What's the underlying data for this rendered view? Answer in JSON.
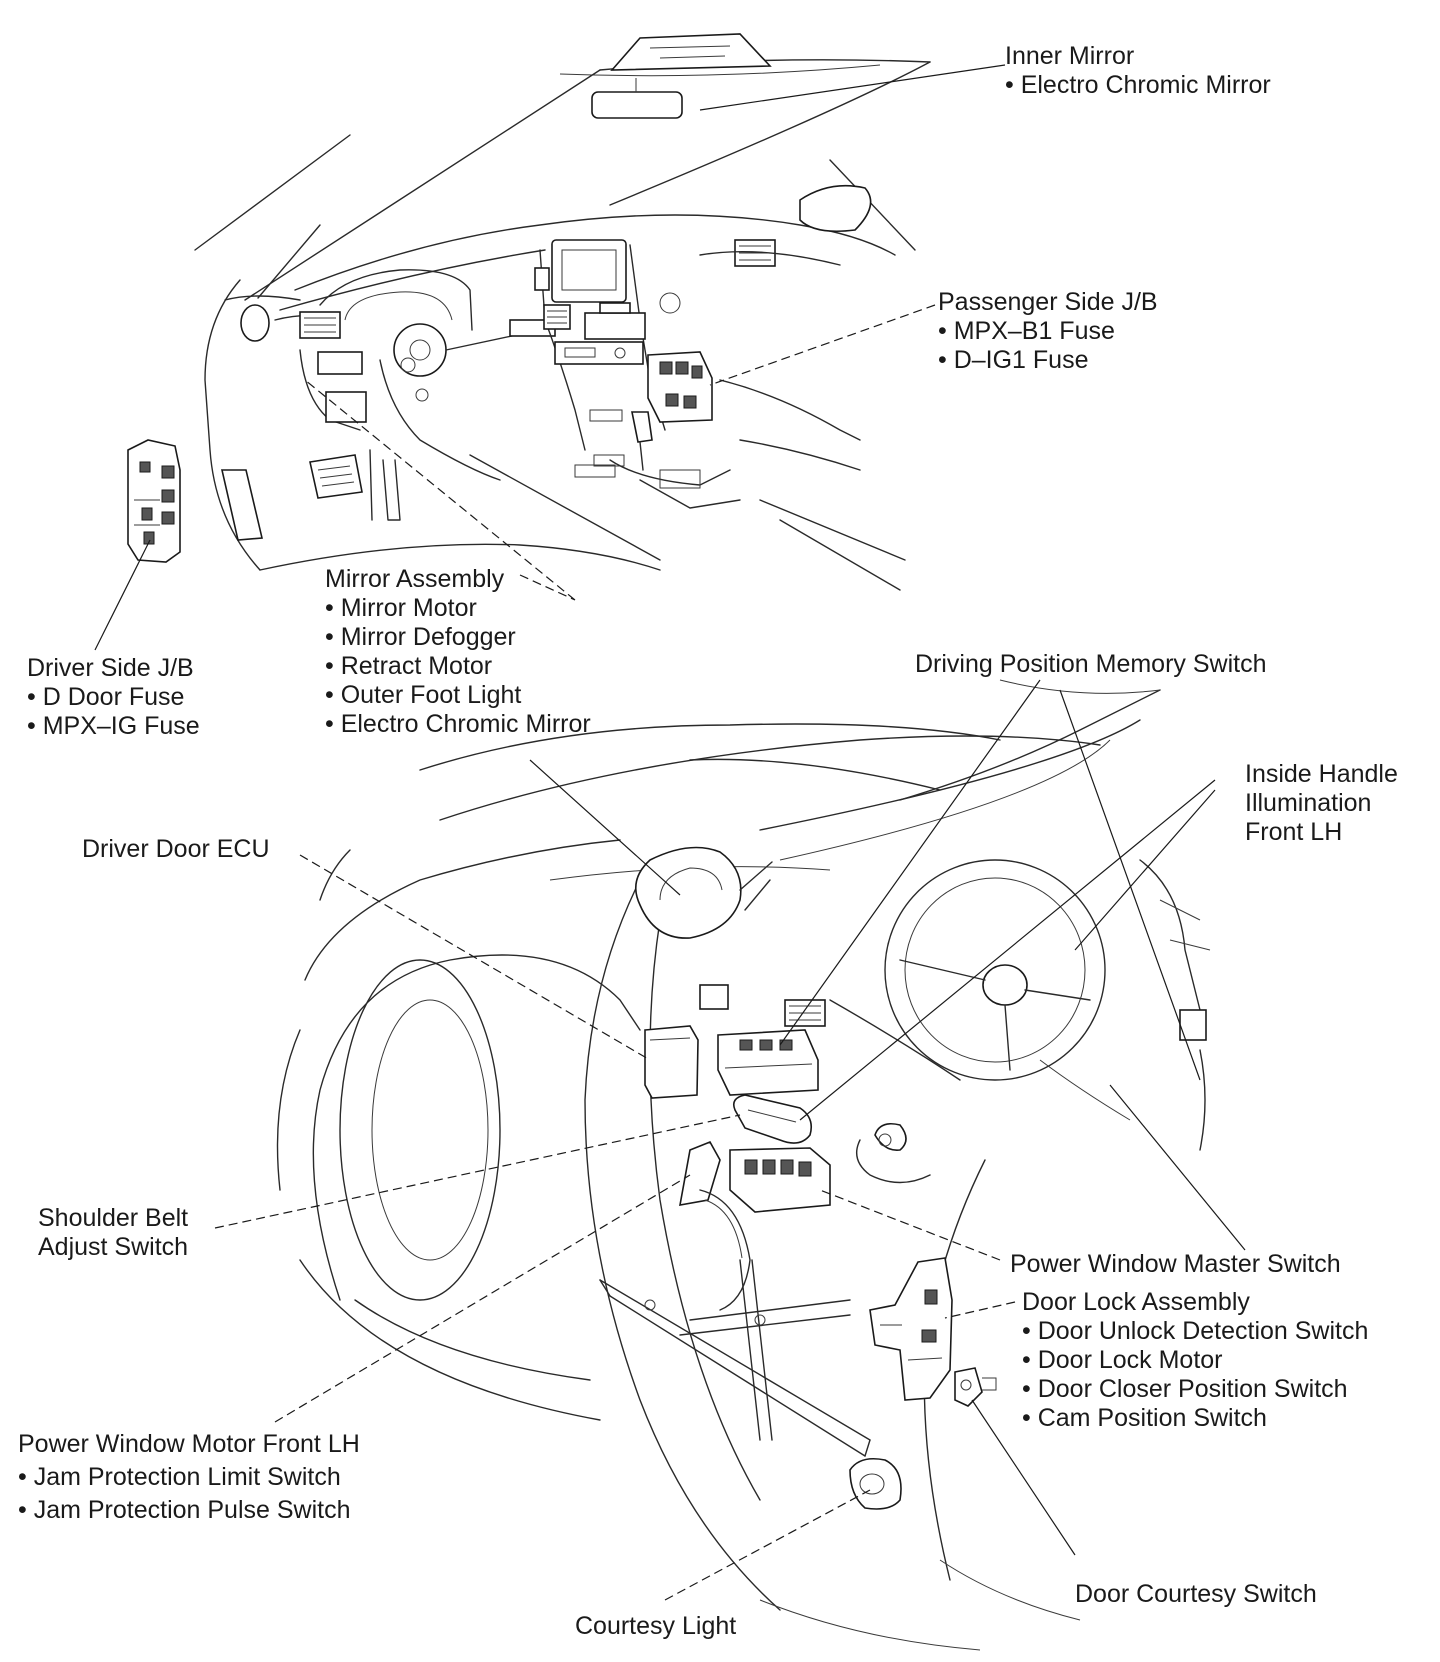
{
  "labels": {
    "inner_mirror": {
      "title": "Inner Mirror",
      "items": [
        "Electro Chromic Mirror"
      ]
    },
    "passenger_jb": {
      "title": "Passenger Side J/B",
      "items": [
        "MPX–B1 Fuse",
        "D–IG1 Fuse"
      ]
    },
    "mirror_assembly": {
      "title": "Mirror Assembly",
      "items": [
        "Mirror Motor",
        "Mirror Defogger",
        "Retract Motor",
        "Outer Foot Light",
        "Electro Chromic Mirror"
      ]
    },
    "driver_jb": {
      "title": "Driver Side J/B",
      "items": [
        "D Door Fuse",
        "MPX–IG Fuse"
      ]
    },
    "driving_position_memory": {
      "title": "Driving Position Memory Switch"
    },
    "inside_handle": {
      "lines": [
        "Inside Handle",
        "Illumination",
        "Front LH"
      ]
    },
    "driver_door_ecu": {
      "title": "Driver Door ECU"
    },
    "shoulder_belt": {
      "lines": [
        "Shoulder Belt",
        "Adjust Switch"
      ]
    },
    "power_window_master": {
      "title": "Power Window Master Switch"
    },
    "door_lock_assembly": {
      "title": "Door Lock Assembly",
      "items": [
        "Door Unlock Detection Switch",
        "Door Lock Motor",
        "Door Closer Position Switch",
        "Cam Position Switch"
      ]
    },
    "power_window_motor": {
      "title": "Power Window Motor Front LH",
      "items": [
        "Jam Protection Limit Switch",
        "Jam Protection Pulse Switch"
      ]
    },
    "door_courtesy_switch": {
      "title": "Door Courtesy Switch"
    },
    "courtesy_light": {
      "title": "Courtesy Light"
    }
  }
}
